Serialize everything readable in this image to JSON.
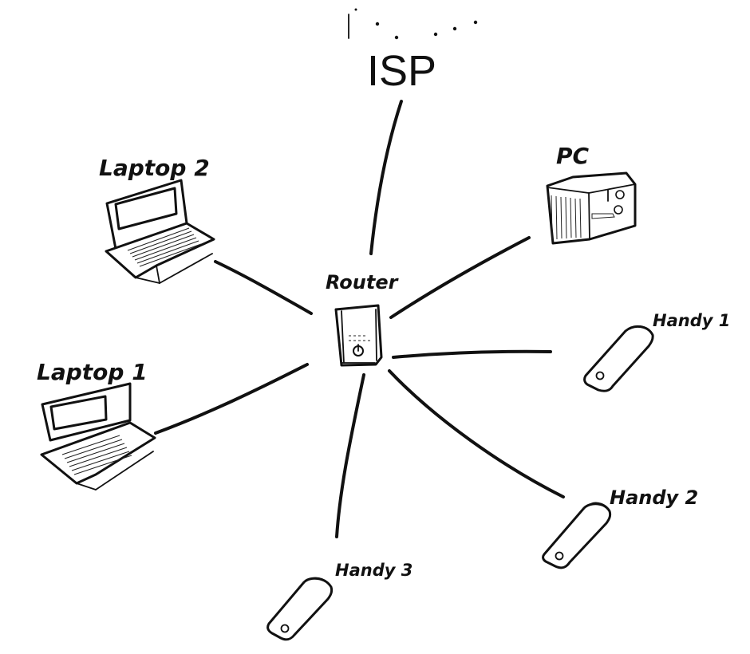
{
  "nodes": {
    "isp": {
      "label": "ISP"
    },
    "router": {
      "label": "Router"
    },
    "pc": {
      "label": "PC"
    },
    "laptop2": {
      "label": "Laptop 2"
    },
    "laptop1": {
      "label": "Laptop 1"
    },
    "handy1": {
      "label": "Handy 1"
    },
    "handy2": {
      "label": "Handy 2"
    },
    "handy3": {
      "label": "Handy 3"
    }
  },
  "connections": [
    {
      "from": "router",
      "to": "isp"
    },
    {
      "from": "router",
      "to": "pc"
    },
    {
      "from": "router",
      "to": "laptop2"
    },
    {
      "from": "router",
      "to": "laptop1"
    },
    {
      "from": "router",
      "to": "handy1"
    },
    {
      "from": "router",
      "to": "handy2"
    },
    {
      "from": "router",
      "to": "handy3"
    }
  ],
  "colors": {
    "ink": "#111111",
    "paper": "#ffffff"
  }
}
